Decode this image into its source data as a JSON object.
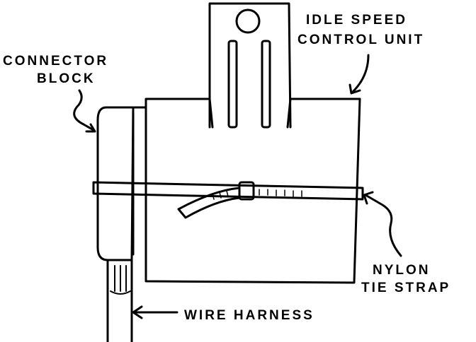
{
  "labels": {
    "idle_speed_line1": "IDLE SPEED",
    "idle_speed_line2": "CONTROL UNIT",
    "connector_line1": "CONNECTOR",
    "connector_line2": "BLOCK",
    "nylon_line1": "NYLON",
    "nylon_line2": "TIE STRAP",
    "wire_harness": "WIRE HARNESS"
  },
  "colors": {
    "ink": "#000000",
    "paper": "#ffffff"
  }
}
